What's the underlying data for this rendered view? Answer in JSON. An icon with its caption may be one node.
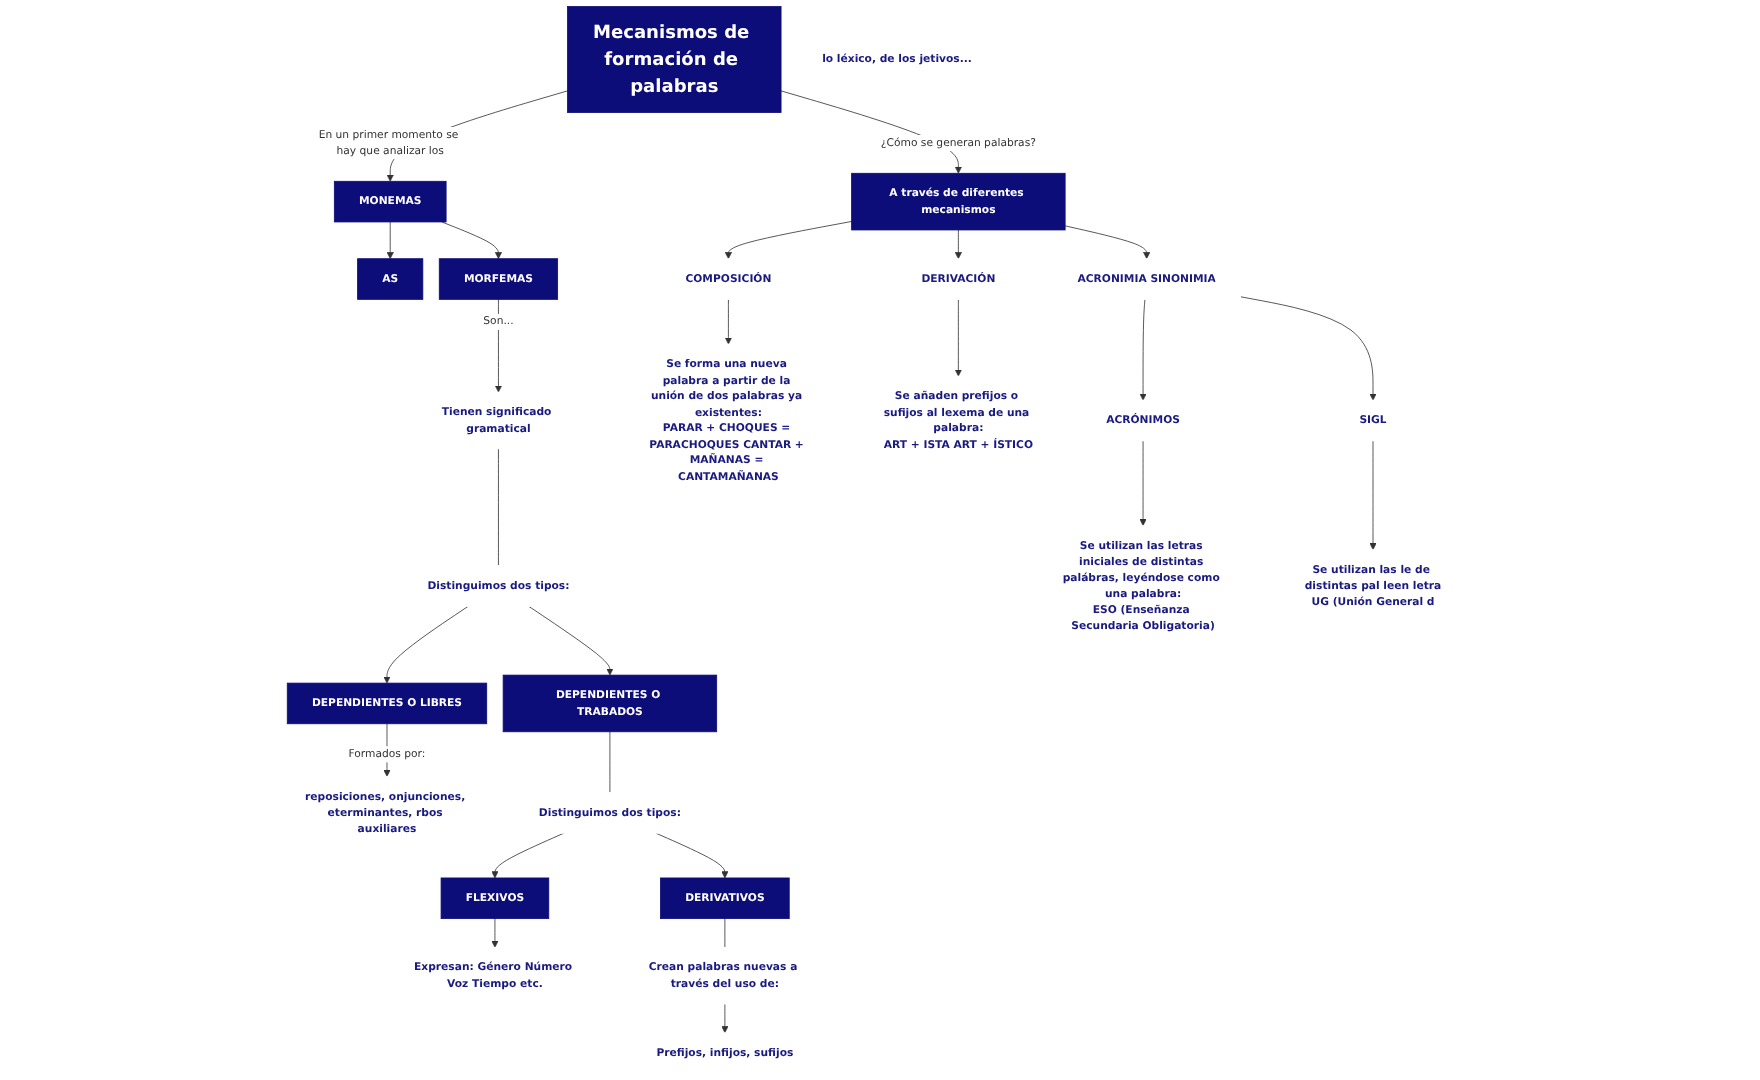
{
  "diagram": {
    "nodes": [
      {
        "text": [
          "Mecanismos de formación de palabras"
        ]
      },
      {
        "text": [
          "MONEMAS"
        ]
      },
      {
        "text": [
          "AS"
        ]
      },
      {
        "text": [
          "MORFEMAS"
        ]
      },
      {
        "text": [
          "lo léxico, de los jetivos..."
        ]
      },
      {
        "text": [
          "Tienen significado gramatical"
        ]
      },
      {
        "text": [
          "Distinguimos dos tipos:"
        ]
      },
      {
        "text": [
          "DEPENDIENTES O LIBRES"
        ]
      },
      {
        "text": [
          "DEPENDIENTES O TRABADOS"
        ]
      },
      {
        "text": [
          "reposiciones, onjunciones, eterminantes, rbos auxiliares"
        ]
      },
      {
        "text": [
          "Distinguimos dos tipos:"
        ]
      },
      {
        "text": [
          "FLEXIVOS"
        ]
      },
      {
        "text": [
          "DERIVATIVOS"
        ]
      },
      {
        "text": [
          "Expresan: Género Número Voz Tiempo etc."
        ]
      },
      {
        "text": [
          "Crean palabras nuevas a través del uso de:"
        ]
      },
      {
        "text": [
          "Prefijos, infijos, sufijos"
        ]
      },
      {
        "text": [
          "A través de diferentes mecanismos"
        ]
      },
      {
        "text": [
          "COMPOSICIÓN"
        ]
      },
      {
        "text": [
          "Se forma una nueva palabra a partir de la unión de dos palabras ya existentes:",
          "PARAR + CHOQUES = PARACHOQUES CANTAR + MAÑANAS = CANTAMAÑANAS"
        ]
      },
      {
        "text": [
          "DERIVACIÓN"
        ]
      },
      {
        "text": [
          "Se añaden prefijos o sufijos al lexema de una palabra:",
          "ART + ISTA ART + ÍSTICO"
        ]
      },
      {
        "text": [
          "ACRONIMIA SINONIMIA"
        ]
      },
      {
        "text": [
          "ACRÓNIMOS"
        ]
      },
      {
        "text": [
          "Se utilizan las letras iniciales de distintas palábras, leyéndose como una palabra:",
          "ESO (Enseñanza Secundaria Obligatoria)"
        ]
      },
      {
        "text": [
          "SIGL"
        ]
      },
      {
        "text": [
          "Se utilizan las le de distintas pal leen letra",
          "UG (Unión General d"
        ]
      }
    ],
    "edges": [
      {
        "from": 0,
        "to": 1,
        "arrow": "to",
        "label": "En un primer momento se hay que analizar los"
      },
      {
        "from": 0,
        "to": 16,
        "arrow": "to",
        "label": "¿Cómo se generan palabras?"
      },
      {
        "from": 1,
        "to": 2,
        "arrow": "to"
      },
      {
        "from": 1,
        "to": 3,
        "arrow": "to"
      },
      {
        "from": 3,
        "to": 5,
        "arrow": "to",
        "label": "Son..."
      },
      {
        "from": 5,
        "to": 6,
        "arrow": "none"
      },
      {
        "from": 6,
        "to": 7,
        "arrow": "to"
      },
      {
        "from": 6,
        "to": 8,
        "arrow": "to"
      },
      {
        "from": 7,
        "to": 9,
        "arrow": "to",
        "label": "Formados por:"
      },
      {
        "from": 8,
        "to": 10,
        "arrow": "none"
      },
      {
        "from": 10,
        "to": 11,
        "arrow": "to"
      },
      {
        "from": 10,
        "to": 12,
        "arrow": "to"
      },
      {
        "from": 11,
        "to": 13,
        "arrow": "to"
      },
      {
        "from": 12,
        "to": 14,
        "arrow": "none"
      },
      {
        "from": 14,
        "to": 15,
        "arrow": "to"
      },
      {
        "from": 16,
        "to": 17,
        "arrow": "to"
      },
      {
        "from": 16,
        "to": 19,
        "arrow": "to"
      },
      {
        "from": 16,
        "to": 21,
        "arrow": "to"
      },
      {
        "from": 17,
        "to": 18,
        "arrow": "to"
      },
      {
        "from": 19,
        "to": 20,
        "arrow": "to"
      },
      {
        "from": 21,
        "to": 22,
        "arrow": "to"
      },
      {
        "from": 21,
        "to": 24,
        "arrow": "to"
      },
      {
        "from": 22,
        "to": 23,
        "arrow": "to"
      },
      {
        "from": 24,
        "to": 25,
        "arrow": "to"
      }
    ]
  }
}
